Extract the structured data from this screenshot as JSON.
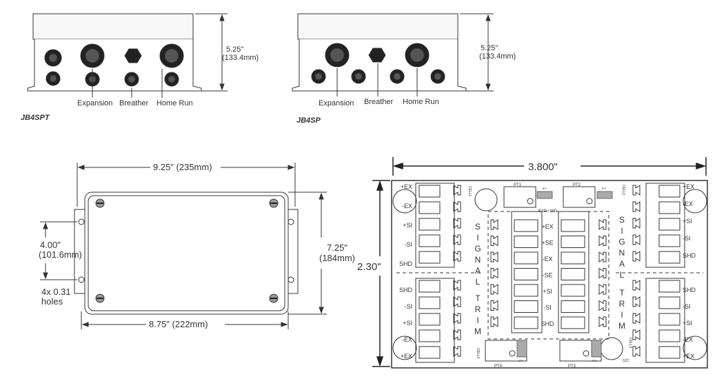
{
  "enclosure_sp_t": {
    "height_in": "5.25\"",
    "height_mm": "(133.4mm)",
    "label_expansion": "Expansion",
    "label_breather": "Breather",
    "label_home_run": "Home Run",
    "model": "JB4SPT"
  },
  "enclosure_sp": {
    "height_in": "5.25\"",
    "height_mm": "(133.4mm)",
    "label_expansion": "Expansion",
    "label_breather": "Breather",
    "label_home_run": "Home Run",
    "model": "JB4SP"
  },
  "top_view": {
    "width_outer": "9.25\" (235mm)",
    "width_inner": "8.75\" (222mm)",
    "height_right_in": "7.25\"",
    "height_right_mm": "(184mm)",
    "height_left_in": "4.00\"",
    "height_left_mm": "(101.6mm)",
    "holes_line1": "4x 0.31",
    "holes_line2": "holes"
  },
  "pcb": {
    "width": "3.800\"",
    "height": "2.30\"",
    "signal_left": [
      "S",
      "I",
      "G",
      "N",
      "A",
      "L"
    ],
    "trim_left": [
      "T",
      "R",
      "I",
      "M"
    ],
    "signal_right": [
      "S",
      "I",
      "G",
      "N",
      "A",
      "L"
    ],
    "trim_right": [
      "T",
      "R",
      "I",
      "M"
    ],
    "left_top_terms": [
      "+EX",
      "-EX",
      "+SI",
      "-SI",
      "SHD"
    ],
    "left_bottom_terms": [
      "SHD",
      "-SI",
      "+SI",
      "-EX",
      "+EX"
    ],
    "right_top_terms": [
      "+EX",
      "-EX",
      "+SI",
      "-SI",
      "SHD"
    ],
    "right_bottom_terms": [
      "SHD",
      "-SI",
      "+SI",
      "-EX",
      "+EX"
    ],
    "center_terms": [
      "+EX",
      "+SE",
      "-EX",
      "-SE",
      "+SI",
      "-SI",
      "SHD"
    ],
    "pt1": "PT1",
    "pt2": "PT2",
    "pt3": "PT3",
    "pt4": "PT4",
    "jp1": "JP1",
    "jp2": "JP2",
    "jp3": "JP3",
    "jp4": "JP4",
    "exp_ind": "EXP / IND",
    "cell1": "CELL1",
    "cell2": "CELL2",
    "cell3": "CELL3",
    "cell4": "CELL4",
    "s2c": "S2C"
  }
}
